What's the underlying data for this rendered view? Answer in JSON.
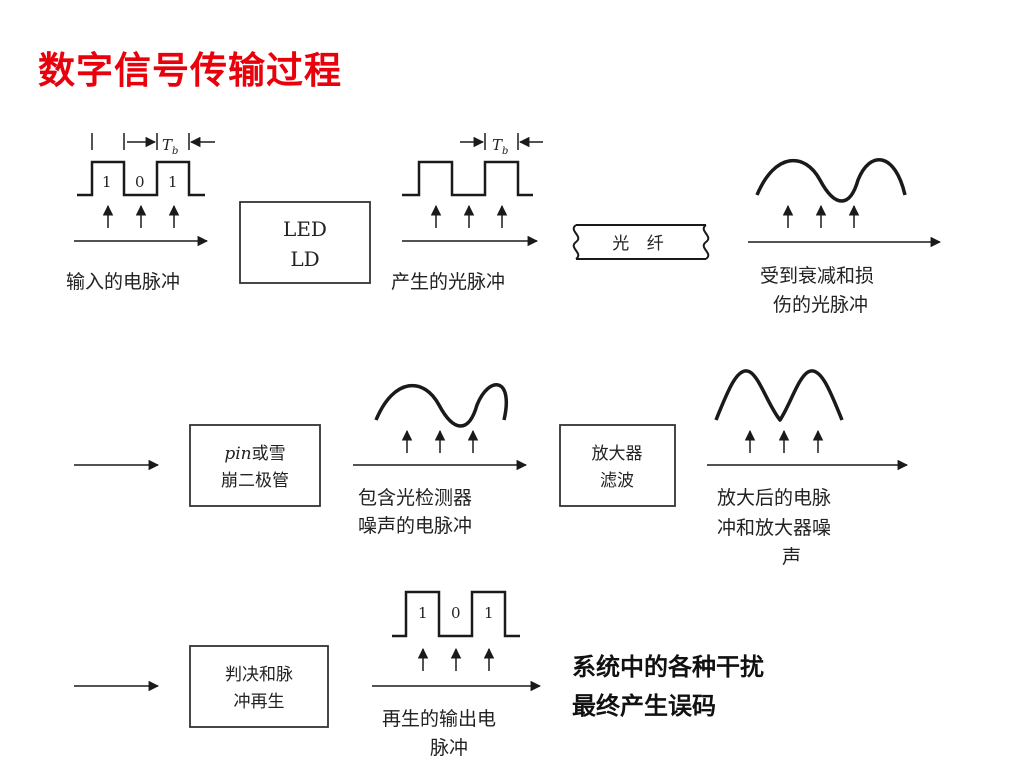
{
  "title": "数字信号传输过程",
  "row1": {
    "input_label": "输入的电脉冲",
    "bits": [
      "1",
      "0",
      "1"
    ],
    "tb": "T",
    "tb_sub": "b",
    "led_line1": "LED",
    "led_line2": "LD",
    "optical_label": "产生的光脉冲",
    "fiber_label": "光 纤",
    "attenuated_line1": "受到衰减和损",
    "attenuated_line2": "伤的光脉冲"
  },
  "row2": {
    "detector_line1_italic": "pin",
    "detector_line1_rest": "或雪",
    "detector_line2": "崩二极管",
    "detected_line1": "包含光检测器",
    "detected_line2": "噪声的电脉冲",
    "amp_line1": "放大器",
    "amp_line2": "滤波",
    "amplified_line1": "放大后的电脉",
    "amplified_line2": "冲和放大器噪",
    "amplified_line3": "声"
  },
  "row3": {
    "decision_line1": "判决和脉",
    "decision_line2": "冲再生",
    "bits": [
      "1",
      "0",
      "1"
    ],
    "regen_line1": "再生的输出电",
    "regen_line2": "脉冲"
  },
  "note": {
    "line1": "系统中的各种干扰",
    "line2": "最终产生误码"
  }
}
